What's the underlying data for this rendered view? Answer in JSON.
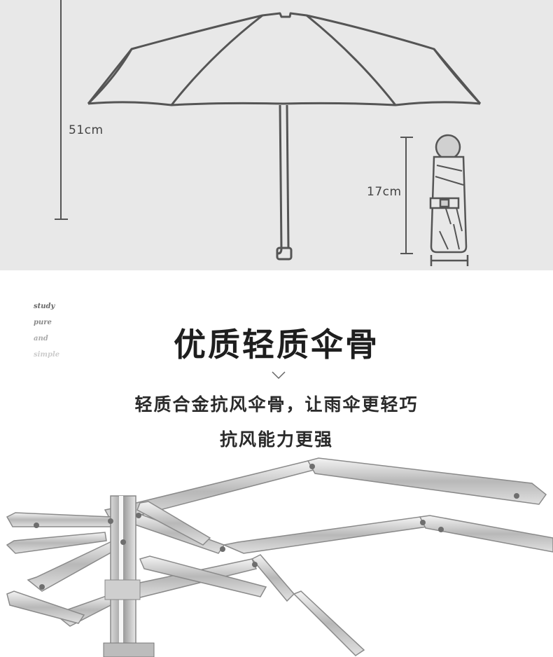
{
  "dimensions": {
    "open_height": "51cm",
    "folded_height": "17cm"
  },
  "side_words": [
    "study",
    "pure",
    "and",
    "simple"
  ],
  "headline": "优质轻质伞骨",
  "subtext": {
    "line1": "轻质合金抗风伞骨，让雨伞更轻巧",
    "line2": "抗风能力更强"
  },
  "colors": {
    "top_background": "#e8e8e8",
    "line_color": "#555555",
    "headline_color": "#1e1e1e"
  }
}
